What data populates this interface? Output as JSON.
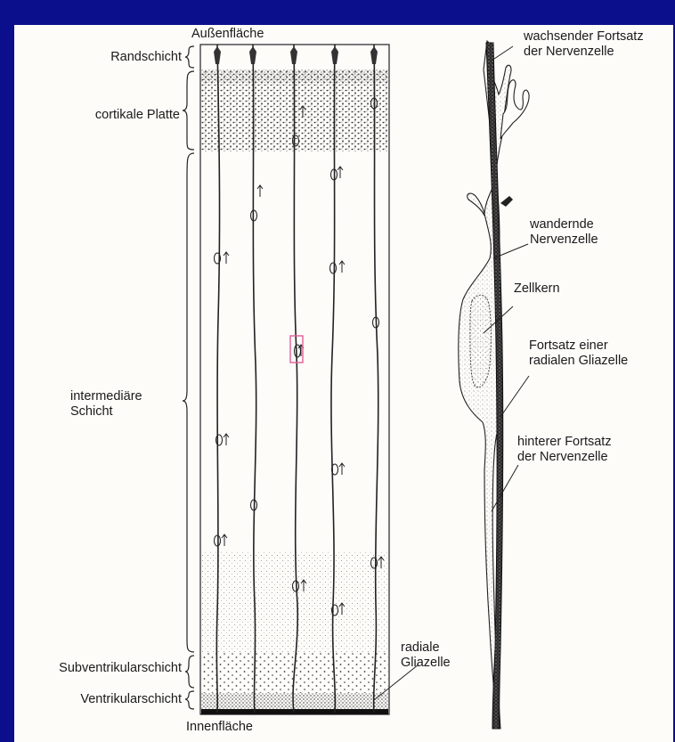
{
  "left_panel": {
    "top_label": "Außenfläche",
    "bottom_label": "Innenfläche",
    "layers": [
      {
        "label": "Randschicht"
      },
      {
        "label": "cortikale Platte"
      },
      {
        "label": "intermediäre Schicht"
      },
      {
        "label": "Subventrikularschicht"
      },
      {
        "label": "Ventrikularschicht"
      }
    ],
    "radial_glia_label": "radiale Gliazelle"
  },
  "right_panel": {
    "labels": [
      {
        "line1": "wachsender Fortsatz",
        "line2": "der Nervenzelle"
      },
      {
        "line1": "wandernde",
        "line2": "Nervenzelle"
      },
      {
        "line1": "Zellkern",
        "line2": ""
      },
      {
        "line1": "Fortsatz einer",
        "line2": "radialen Gliazelle"
      },
      {
        "line1": "hinterer Fortsatz",
        "line2": "der Nervenzelle"
      }
    ]
  },
  "colors": {
    "background": "#0b0f8c",
    "paper": "#fdfcf9",
    "ink": "#1a1a1a",
    "highlight": "#e0609a"
  }
}
